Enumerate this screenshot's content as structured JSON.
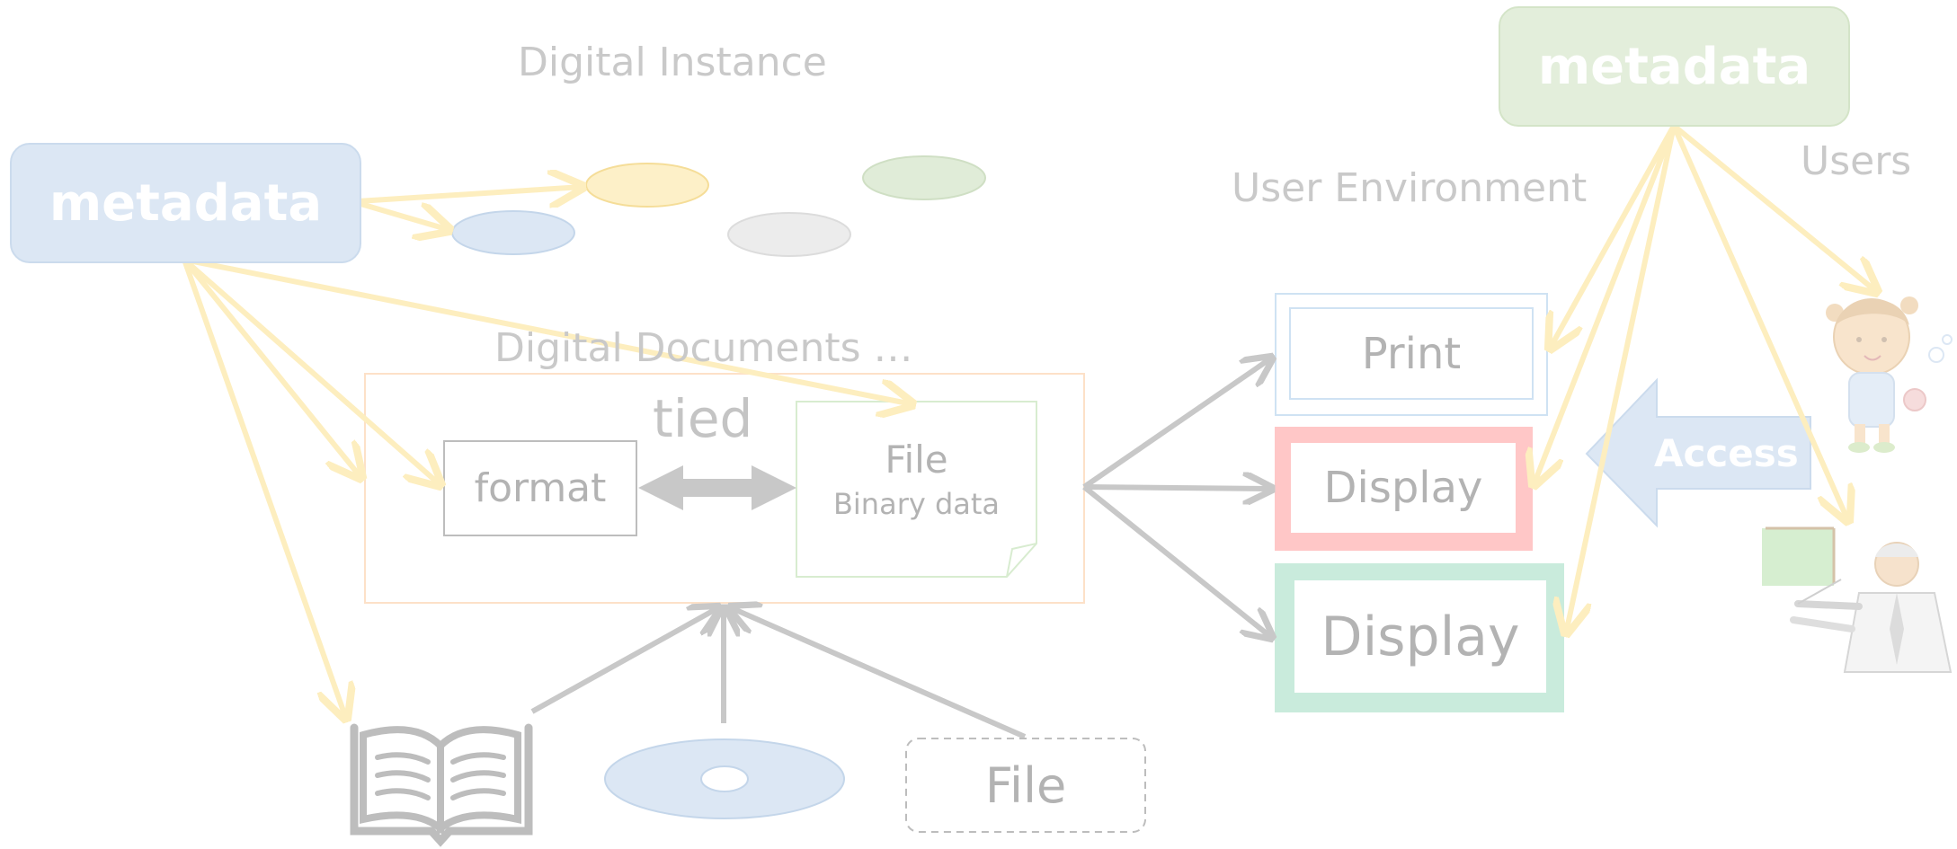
{
  "headings": {
    "digital_instance": "Digital Instance",
    "user_environment": "User Environment",
    "users": "Users",
    "digital_documents": "Digital Documents …"
  },
  "metadata_left": {
    "label": "metadata",
    "color": "#dce7f4"
  },
  "metadata_right": {
    "label": "metadata",
    "color": "#e3eedb"
  },
  "document": {
    "tied_label": "tied",
    "format_label": "format",
    "file_label": "File",
    "file_sublabel": "Binary data"
  },
  "sources": {
    "book_icon": "open-book-icon",
    "disc_icon": "optical-disc-icon",
    "file_label": "File"
  },
  "outputs": {
    "print_label": "Print",
    "display_red_label": "Display",
    "display_green_label": "Display"
  },
  "access_label": "Access",
  "user_icons": [
    "girl-user-icon",
    "teacher-user-icon"
  ],
  "colors": {
    "arrow_yellow": "#fdeebf",
    "arrow_gray": "#c8c8c8",
    "display_red": "#ffc7c7",
    "display_green": "#c9ebdc",
    "print_blue": "#cfe2f3",
    "access_blue": "#dce7f4",
    "ellipse_yellow": "#fdf0c8",
    "ellipse_blue": "#dce7f4",
    "ellipse_green": "#e0ecd8",
    "ellipse_gray": "#ececec"
  }
}
